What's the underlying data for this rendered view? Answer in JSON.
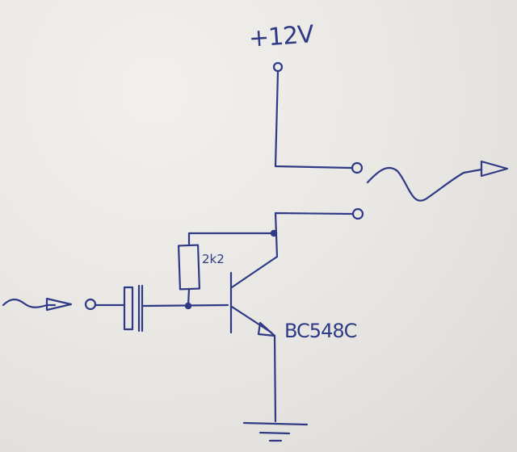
{
  "labels": {
    "supply": "+12V",
    "resistor": "2k2",
    "transistor": "BC548C"
  },
  "colors": {
    "ink": "#2f3a86",
    "paper": "#ece9e5"
  }
}
